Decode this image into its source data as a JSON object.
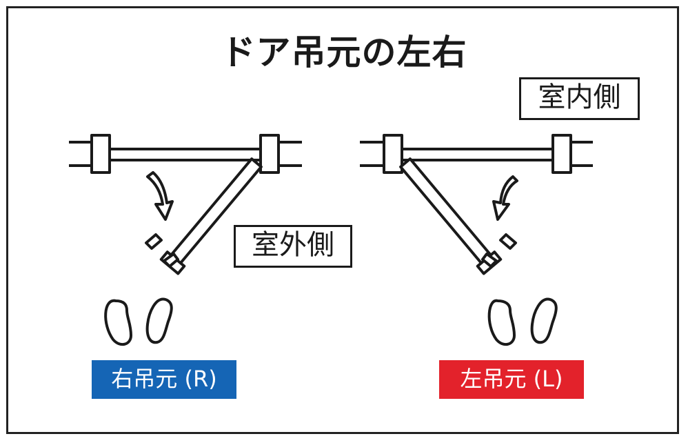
{
  "title": "ドア吊元の左右",
  "labels": {
    "inside": "室内側",
    "outside": "室外側"
  },
  "tags": {
    "right_hinge": {
      "text": "右吊元 (R)",
      "color": "#1565b5"
    },
    "left_hinge": {
      "text": "左吊元 (L)",
      "color": "#e3222b"
    }
  },
  "colors": {
    "line": "#1a1a1a"
  }
}
